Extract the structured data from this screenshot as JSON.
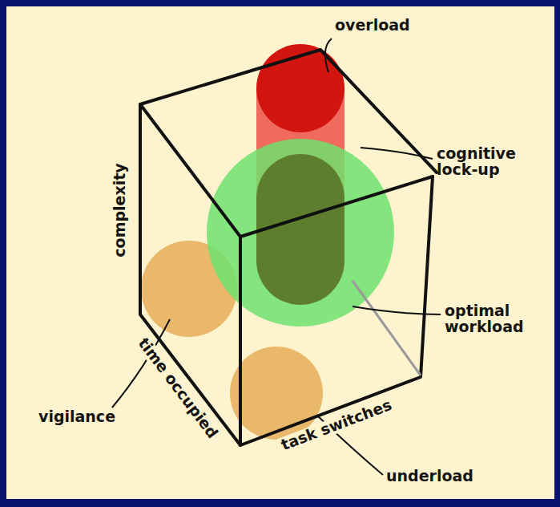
{
  "diagram": {
    "labels": [
      "overload",
      "cognitive lock-up",
      "complexity",
      "optimal workload",
      "vigilance",
      "time occupied",
      "task switches",
      "underload"
    ]
  }
}
